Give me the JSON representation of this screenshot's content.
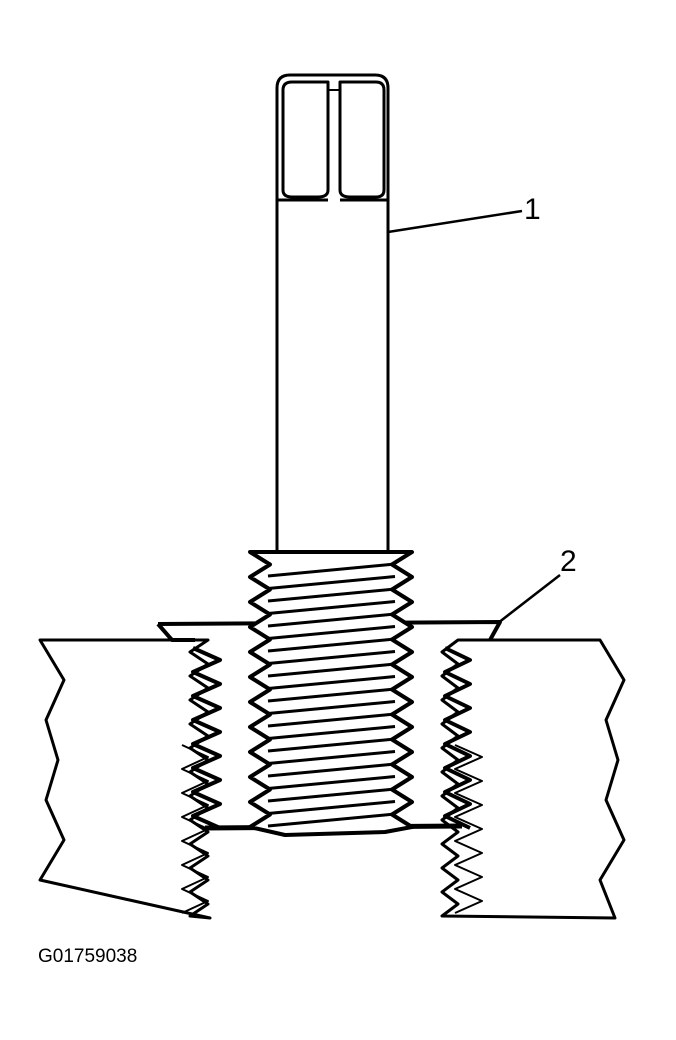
{
  "callouts": [
    {
      "number": "1"
    },
    {
      "number": "2"
    }
  ],
  "figure_code": "G01759038",
  "colors": {
    "line": "#000000",
    "background": "#ffffff"
  }
}
